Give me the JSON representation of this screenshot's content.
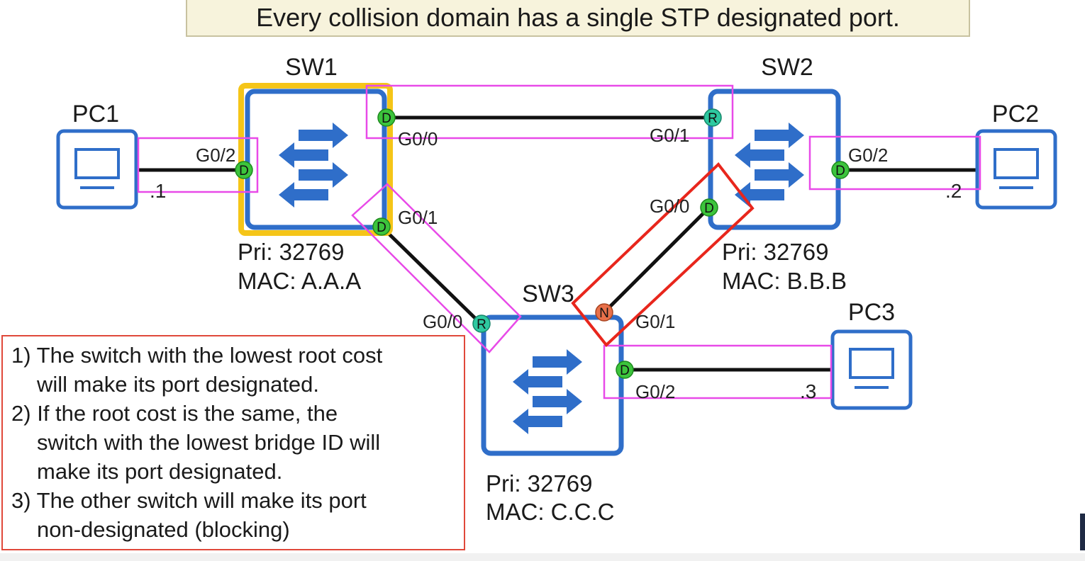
{
  "title": "Every collision domain has a single STP designated port.",
  "colors": {
    "device_blue": "#2f6ec9",
    "root_highlight": "#f5c518",
    "collision_domain": "#e84ae8",
    "selected_domain": "#e8261c",
    "designated_port": "#3cc43c",
    "root_port": "#2ec9a0",
    "non_designated_port": "#e8704a",
    "rules_border": "#e0483a"
  },
  "switches": {
    "sw1": {
      "name": "SW1",
      "priority": "Pri: 32769",
      "mac": "MAC: A.A.A",
      "icon": "switch-icon"
    },
    "sw2": {
      "name": "SW2",
      "priority": "Pri: 32769",
      "mac": "MAC: B.B.B",
      "icon": "switch-icon"
    },
    "sw3": {
      "name": "SW3",
      "priority": "Pri: 32769",
      "mac": "MAC: C.C.C",
      "icon": "switch-icon"
    }
  },
  "pcs": {
    "pc1": {
      "name": "PC1",
      "ip": ".1",
      "icon": "monitor-icon"
    },
    "pc2": {
      "name": "PC2",
      "ip": ".2",
      "icon": "monitor-icon"
    },
    "pc3": {
      "name": "PC3",
      "ip": ".3",
      "icon": "monitor-icon"
    }
  },
  "ports": {
    "sw1_g0_2": {
      "name": "G0/2",
      "role": "D"
    },
    "sw1_g0_0": {
      "name": "G0/0",
      "role": "D"
    },
    "sw1_g0_1": {
      "name": "G0/1",
      "role": "D"
    },
    "sw2_g0_1": {
      "name": "G0/1",
      "role": "R"
    },
    "sw2_g0_2": {
      "name": "G0/2",
      "role": "D"
    },
    "sw2_g0_0": {
      "name": "G0/0",
      "role": "D"
    },
    "sw3_g0_0": {
      "name": "G0/0",
      "role": "R"
    },
    "sw3_g0_1": {
      "name": "G0/1",
      "role": "N"
    },
    "sw3_g0_2": {
      "name": "G0/2",
      "role": "D"
    }
  },
  "rules": [
    {
      "num": "1)",
      "line1": "The switch with the lowest root cost",
      "line2": "will make its port designated.",
      "line3": ""
    },
    {
      "num": "2)",
      "line1": "If the root cost is the same, the",
      "line2": "switch with the lowest bridge ID will",
      "line3": "make its port designated."
    },
    {
      "num": "3)",
      "line1": "The other switch will make its port",
      "line2": "non-designated (blocking)",
      "line3": ""
    }
  ]
}
